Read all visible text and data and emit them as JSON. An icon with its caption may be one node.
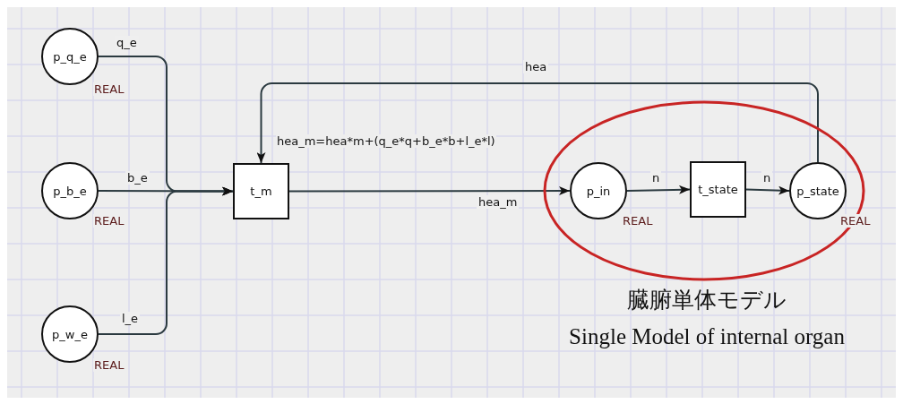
{
  "diagram": {
    "nodes": [
      {
        "text": [
          "p_q_e"
        ],
        "beside": [
          "REAL"
        ]
      },
      {
        "text": [
          "p_b_e"
        ],
        "beside": [
          "REAL"
        ]
      },
      {
        "text": [
          "p_w_e"
        ],
        "beside": [
          "REAL"
        ]
      },
      {
        "text": [
          "t_m"
        ],
        "beside": [
          "hea_m=hea*m+(q_e*q+b_e*b+l_e*l)"
        ]
      },
      {
        "text": [
          "臓腑単体モデル",
          "Single Model of internal organ"
        ]
      },
      {
        "text": [
          "p_in"
        ],
        "beside": [
          "REAL"
        ],
        "in": 4
      },
      {
        "text": [
          "t_state"
        ],
        "in": 4
      },
      {
        "text": [
          "p_state"
        ],
        "beside": [
          "REAL"
        ],
        "in": 4
      }
    ],
    "edges": [
      {
        "from": 0,
        "to": 3,
        "arrow": "to",
        "label": "q_e"
      },
      {
        "from": 1,
        "to": 3,
        "arrow": "to",
        "label": "b_e"
      },
      {
        "from": 2,
        "to": 3,
        "arrow": "to",
        "label": "l_e"
      },
      {
        "from": 3,
        "to": 5,
        "arrow": "to",
        "label": "hea_m"
      },
      {
        "from": 5,
        "to": 6,
        "arrow": "to",
        "label": "n"
      },
      {
        "from": 6,
        "to": 7,
        "arrow": "to",
        "label": "n"
      },
      {
        "from": 7,
        "to": 3,
        "arrow": "to",
        "label": "hea"
      }
    ]
  }
}
